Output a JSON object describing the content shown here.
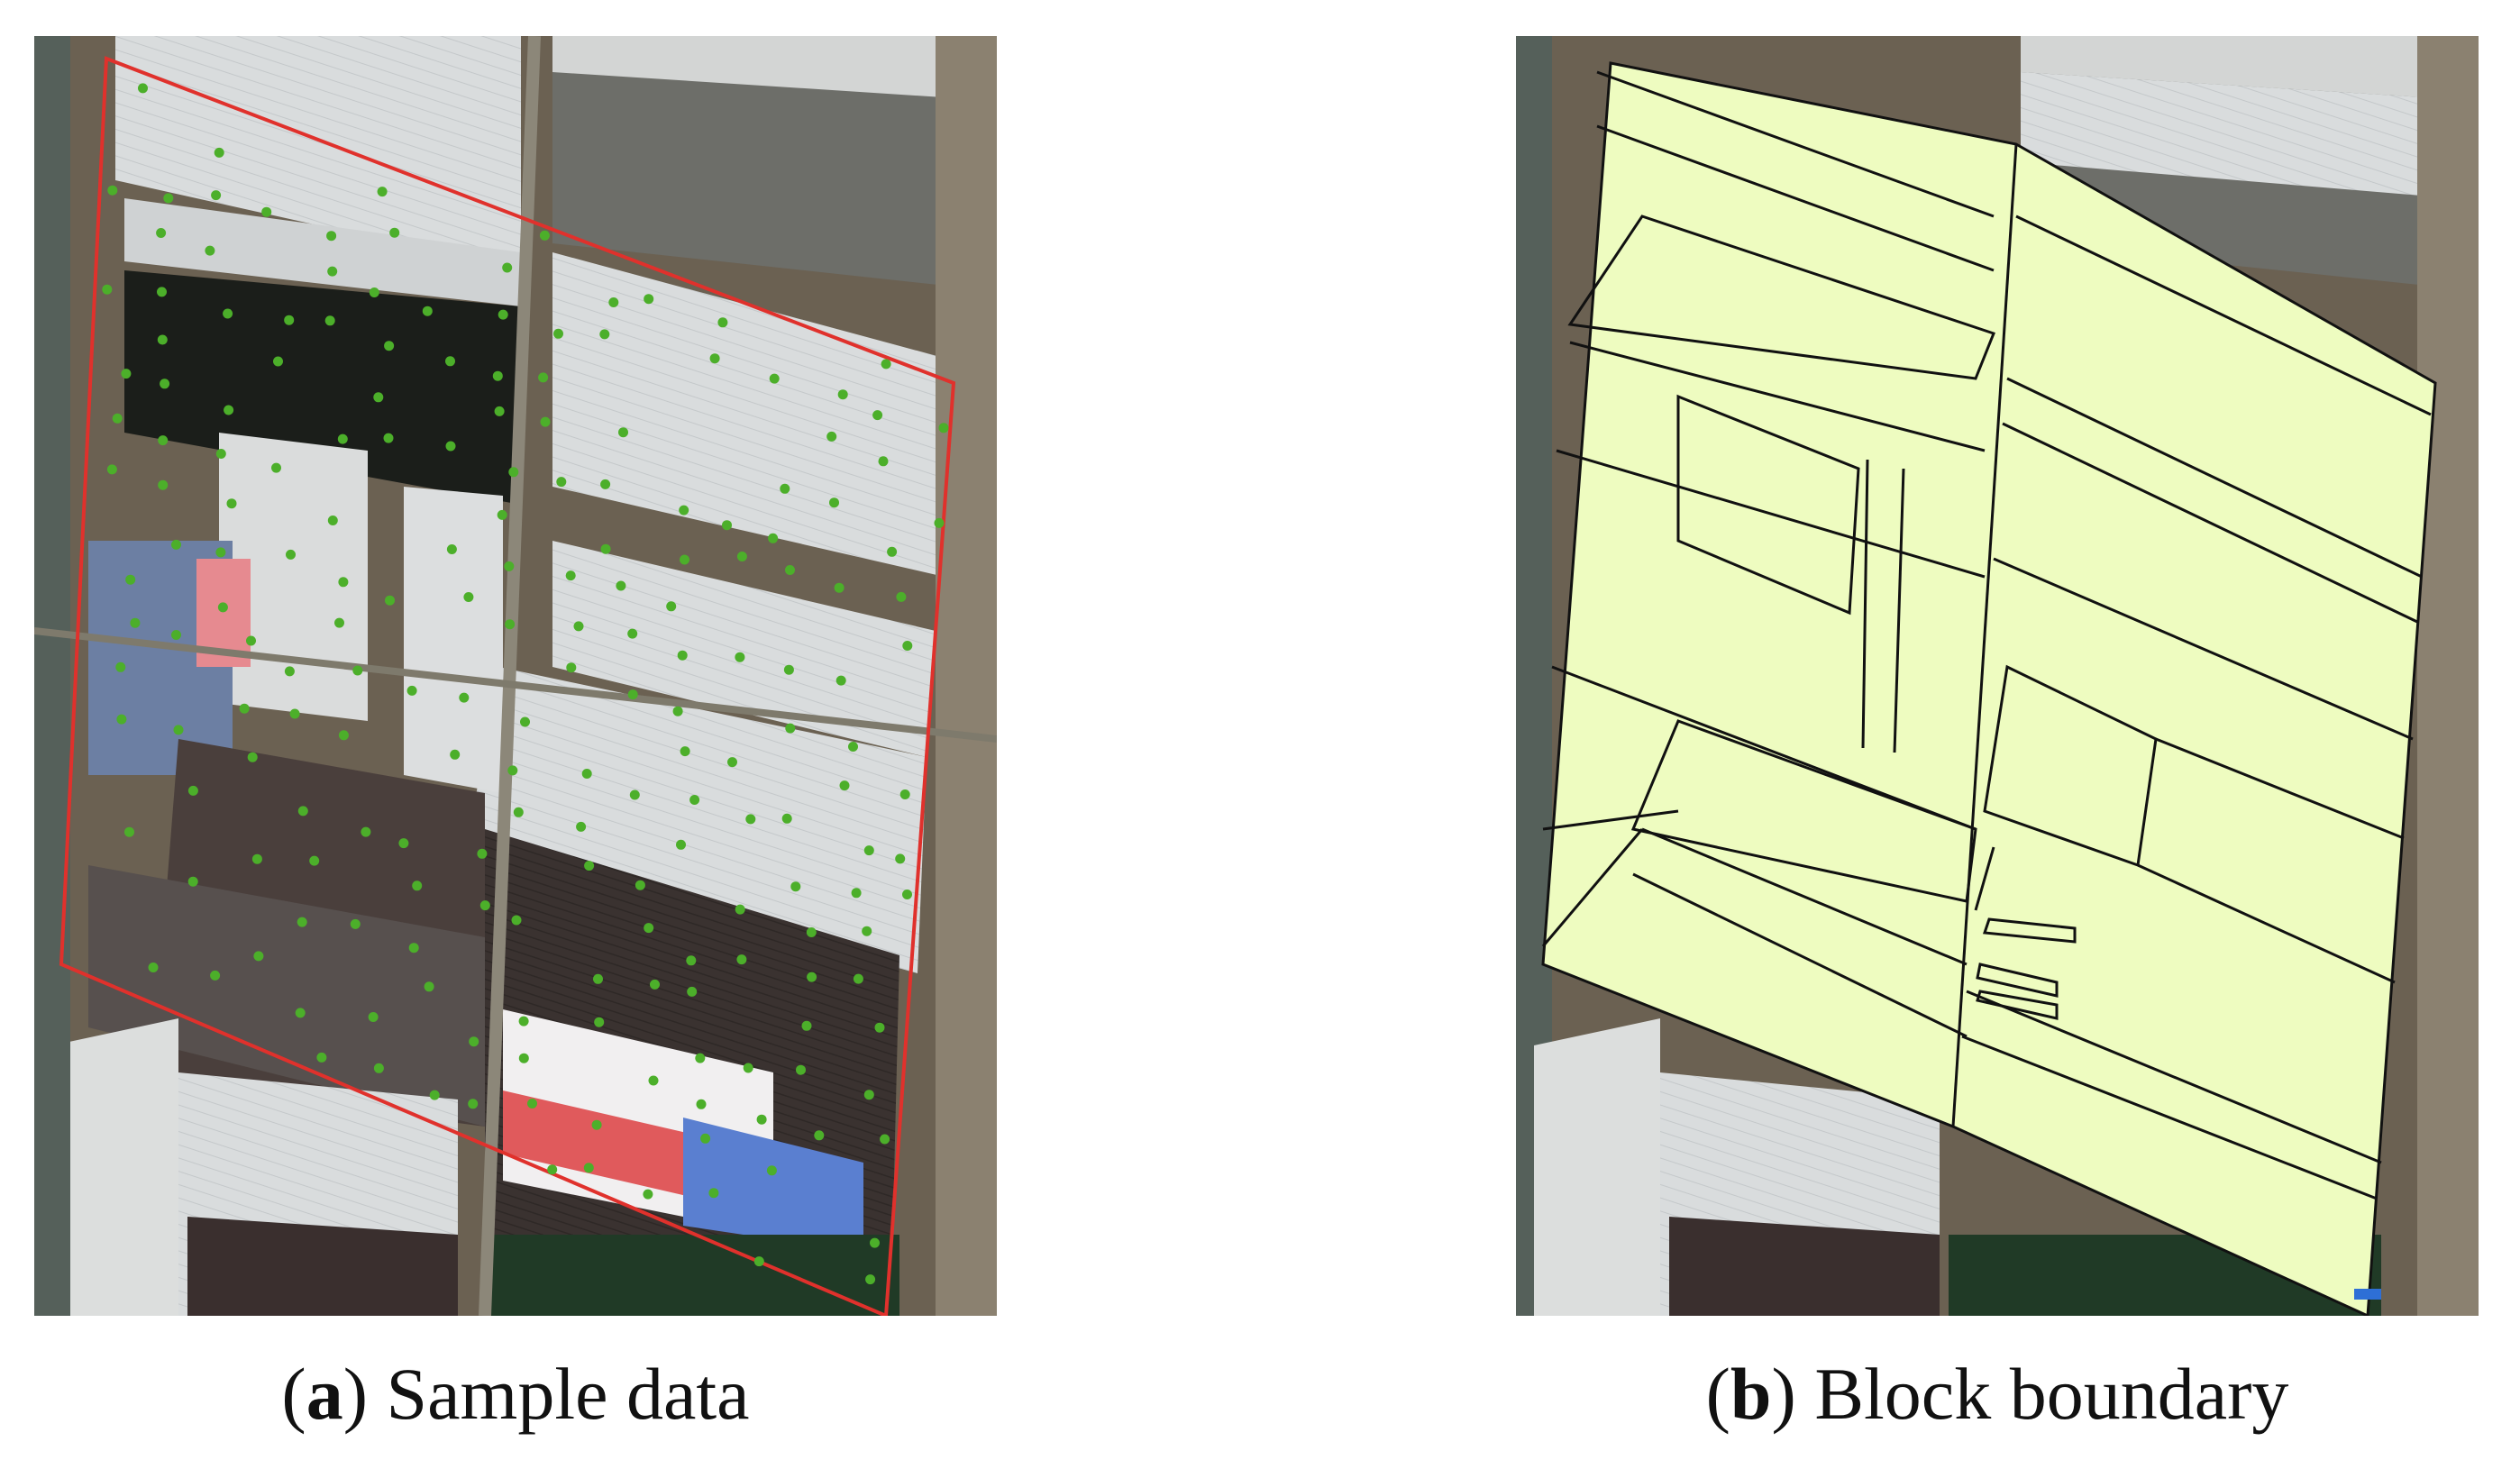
{
  "figure": {
    "panels": [
      {
        "id": "a",
        "letter": "a",
        "caption_text": "Sample data",
        "layer": "sample points on satellite image",
        "colors": {
          "sample_point": "#4caf2a",
          "study_area_outline": "#e0312c"
        }
      },
      {
        "id": "b",
        "letter": "b",
        "caption_text": "Block boundary",
        "layer": "block polygons on satellite image",
        "colors": {
          "block_fill": "#eefcc0",
          "block_outline": "#111111"
        }
      }
    ]
  }
}
